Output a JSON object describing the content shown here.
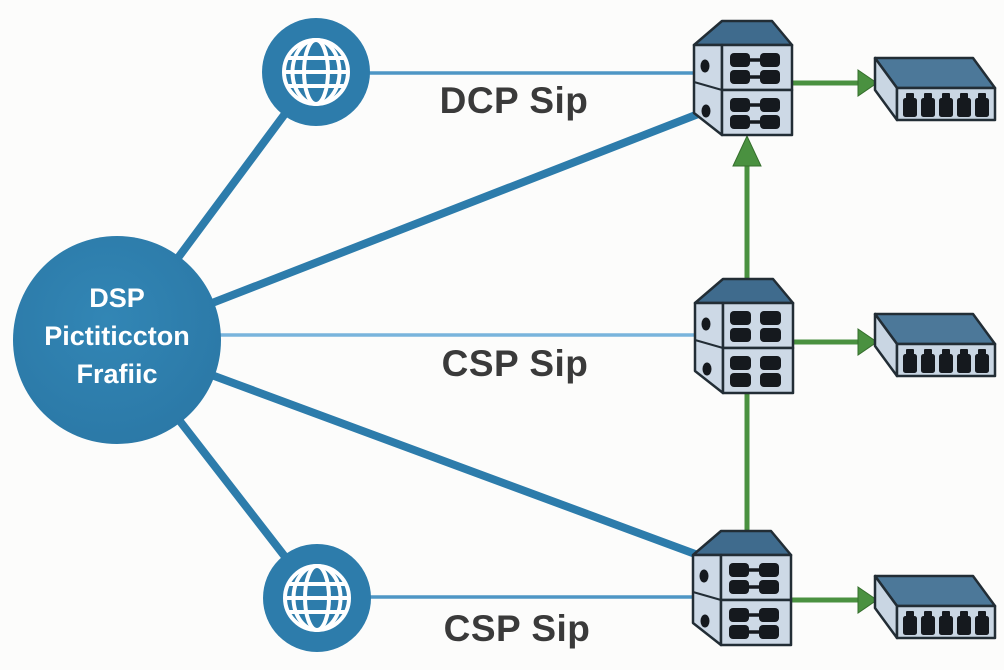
{
  "diagram": {
    "type": "network-topology",
    "source_node": {
      "full_label": "DSP Pictiticcton Frafiic",
      "line1": "DSP",
      "line2": "Pictiticcton",
      "line3": "Frafiic"
    },
    "link_labels": {
      "top": "DCP Sip",
      "middle": "CSP Sip",
      "bottom": "CSP Sip"
    },
    "icons": {
      "internet": "globe-icon",
      "aggregation_device": "stacked-switch-icon",
      "edge_device": "edge-switch-icon",
      "flow": "arrow-icon"
    },
    "colors": {
      "primary_blue": "#2d7cab",
      "thin_blue_link": "#4e96c5",
      "light_blue_link": "#79b4dc",
      "green_arrow": "#4a9140",
      "device_top_face": "#3f6b8d",
      "device_front_face": "#cdd9e6",
      "device_outline": "#222d35",
      "port_dark": "#15191e",
      "label_text": "#3a3a3a",
      "node_text": "#ffffff",
      "background": "#fcfcfb"
    }
  }
}
